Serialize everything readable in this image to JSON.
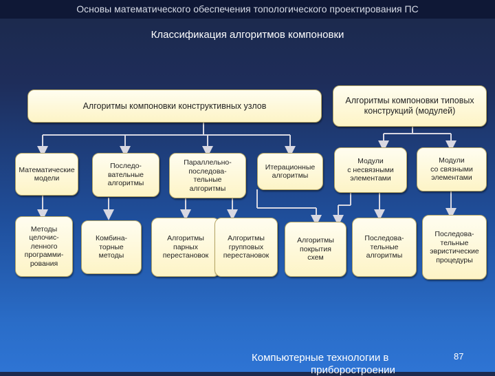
{
  "header": "Основы математического обеспечения топологического проектирования ПС",
  "title": "Классификация алгоритмов компоновки",
  "top_boxes": {
    "constructive": "Алгоритмы компоновки конструктивных узлов",
    "typical": "Алгоритмы компоновки типовых\nконструкций (модулей)"
  },
  "row2": [
    "Математические\nмодели",
    "Последо-\nвательные\nалгоритмы",
    "Параллельно-\nпоследова-\nтельные\nалгоритмы",
    "Итерационные\nалгоритмы",
    "Модули\nс несвязными\nэлементами",
    "Модули\nсо связными\nэлементами"
  ],
  "row3": [
    "Методы\nцелочис-\nленного\nпрограмми-\nрования",
    "Комбина-\nторные\nметоды",
    "Алгоритмы\nпарных\nперестановок",
    "Алгоритмы\nгрупповых\nперестановок",
    "Алгоритмы\nпокрытия\nсхем",
    "Последова-\nтельные\nалгоритмы",
    "Последова-\nтельные\nэвристические\nпроцедуры"
  ],
  "footer": {
    "line1": "Компьютерные технологии в",
    "line2": "приборостроении",
    "page": "87"
  },
  "colors": {
    "box_fill": "#fdf4c6",
    "box_border": "#b7a765",
    "arrow": "#d8d8e2",
    "header_bg": "#0f1836"
  }
}
